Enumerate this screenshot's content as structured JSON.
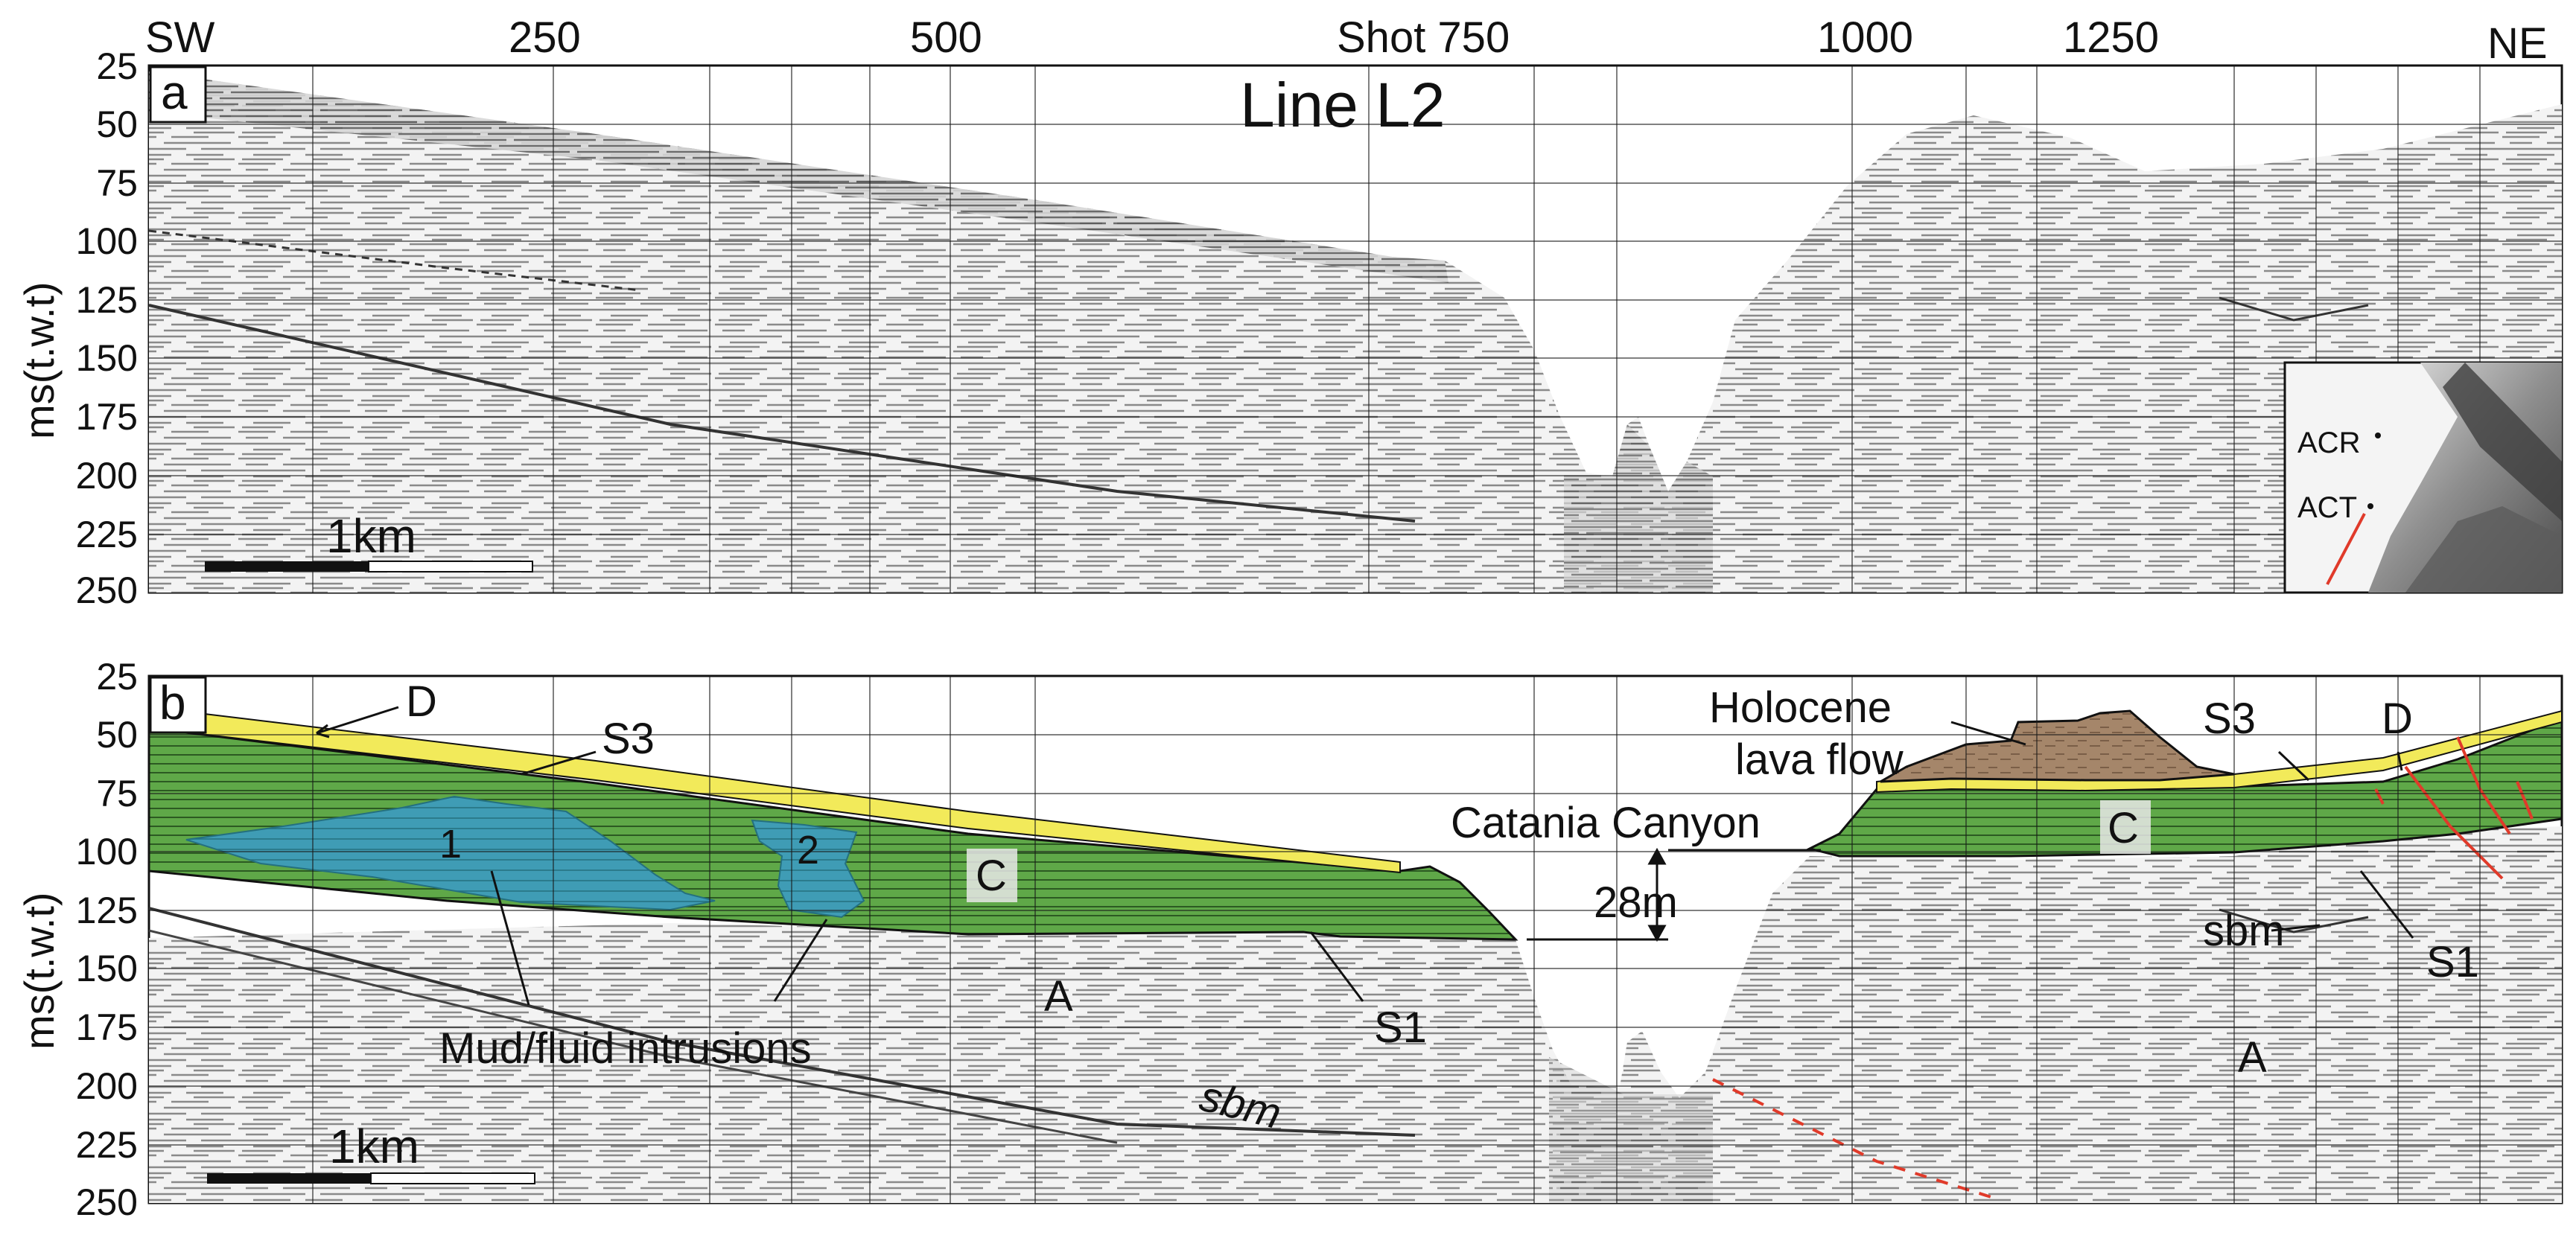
{
  "figure": {
    "line_title": "Line L2",
    "direction_left": "SW",
    "direction_right": "NE",
    "top_ticks": [
      "250",
      "500",
      "Shot 750",
      "1000",
      "1250"
    ],
    "y_axis_label": "ms(t.w.t)",
    "y_ticks": [
      "25",
      "50",
      "75",
      "100",
      "125",
      "150",
      "175",
      "200",
      "225",
      "250"
    ],
    "panels": {
      "a": {
        "label": "a",
        "scale_label": "1km",
        "inset": {
          "labels": [
            "ACR",
            "ACT"
          ]
        }
      },
      "b": {
        "label": "b",
        "scale_label": "1km",
        "labels": {
          "D_left": "D",
          "S3_left": "S3",
          "intrusion_1": "1",
          "intrusion_2": "2",
          "C_left": "C",
          "A_left": "A",
          "S1_left": "S1",
          "mud_fluid": "Mud/fluid intrusions",
          "sbm_left": "sbm",
          "catania_canyon": "Catania Canyon",
          "depth_28m": "28m",
          "holocene_line1": "Holocene",
          "holocene_line2": "lava flow",
          "S3_right": "S3",
          "D_right": "D",
          "C_right": "C",
          "sbm_right": "sbm",
          "S1_right": "S1",
          "A_right": "A"
        }
      }
    },
    "colors": {
      "unit_D_yellow": "#f2ea5a",
      "unit_C_green": "#5fa848",
      "intrusion_blue": "#3f9cb5",
      "lava_brown": "#a5866a",
      "fault_red": "#e03a2a"
    }
  }
}
